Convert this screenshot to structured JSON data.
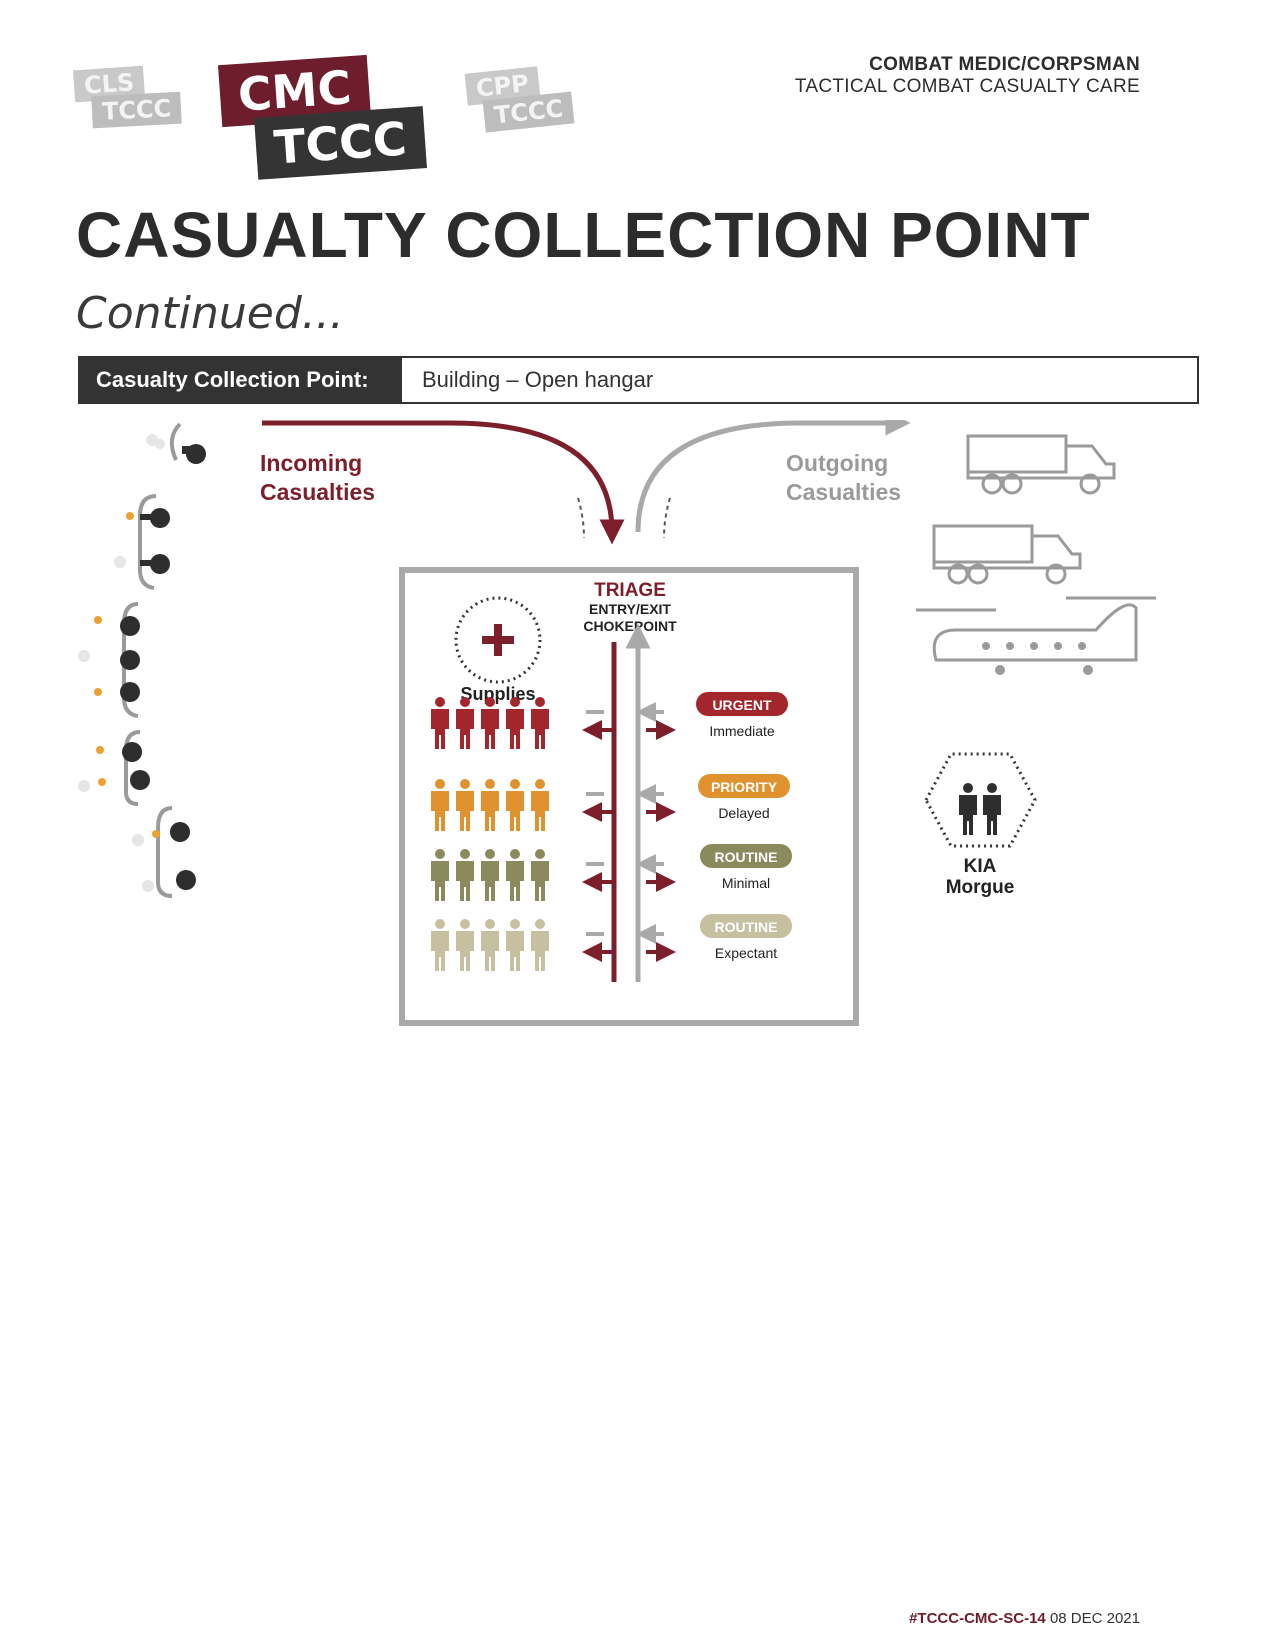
{
  "logos": {
    "cls_top": "CLS",
    "cls_bottom": "TCCC",
    "cmc_top": "CMC",
    "cmc_bottom": "TCCC",
    "cpp_top": "CPP",
    "cpp_bottom": "TCCC"
  },
  "header": {
    "line1": "COMBAT MEDIC/CORPSMAN",
    "line2": "TACTICAL COMBAT CASUALTY CARE"
  },
  "title": "CASUALTY COLLECTION POINT",
  "subtitle": "Continued...",
  "ccp": {
    "label": "Casualty Collection Point:",
    "value": "Building – Open hangar"
  },
  "diagram": {
    "incoming_line1": "Incoming",
    "incoming_line2": "Casualties",
    "outgoing_line1": "Outgoing",
    "outgoing_line2": "Casualties",
    "triage": "TRIAGE",
    "entry_exit": "ENTRY/EXIT",
    "chokepoint": "CHOKEPOINT",
    "supplies": "Supplies",
    "kia": "KIA",
    "morgue": "Morgue",
    "categories": [
      {
        "badge": "URGENT",
        "desc": "Immediate",
        "color": "#a3262c"
      },
      {
        "badge": "PRIORITY",
        "desc": "Delayed",
        "color": "#e0922f"
      },
      {
        "badge": "ROUTINE",
        "desc": "Minimal",
        "color": "#8b8a5c"
      },
      {
        "badge": "ROUTINE",
        "desc": "Expectant",
        "color": "#c6bfa0"
      }
    ],
    "colors": {
      "maroon": "#7d1f2b",
      "gray": "#a9a9a9",
      "dark": "#2e2e2e"
    }
  },
  "footer": {
    "tag": "#TCCC-CMC-SC-14",
    "date": "08 DEC 2021"
  }
}
